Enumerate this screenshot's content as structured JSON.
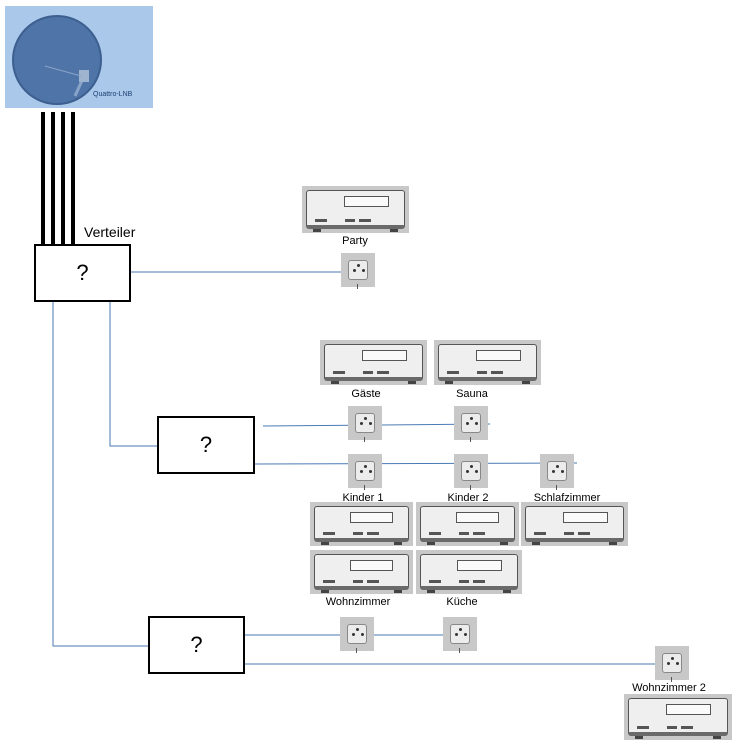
{
  "dish": {
    "lnb_label": "Quattro-LNB",
    "colors": {
      "background": "#a9c8ea",
      "dish": "#4f74a8"
    }
  },
  "distributor": {
    "label": "Verteiler",
    "symbol": "?"
  },
  "splitters": [
    {
      "id": "splitter-1",
      "symbol": "?"
    },
    {
      "id": "splitter-2",
      "symbol": "?"
    }
  ],
  "rooms": {
    "party": "Party",
    "gaeste": "Gäste",
    "sauna": "Sauna",
    "kinder1": "Kinder 1",
    "kinder2": "Kinder 2",
    "schlafzimmer": "Schlafzimmer",
    "wohnzimmer": "Wohnzimmer",
    "kueche": "Küche",
    "wohnzimmer2": "Wohnzimmer 2"
  },
  "colors": {
    "wire": "#4a7ab5",
    "cable": "#000000",
    "device_frame": "#c8c8c8"
  }
}
